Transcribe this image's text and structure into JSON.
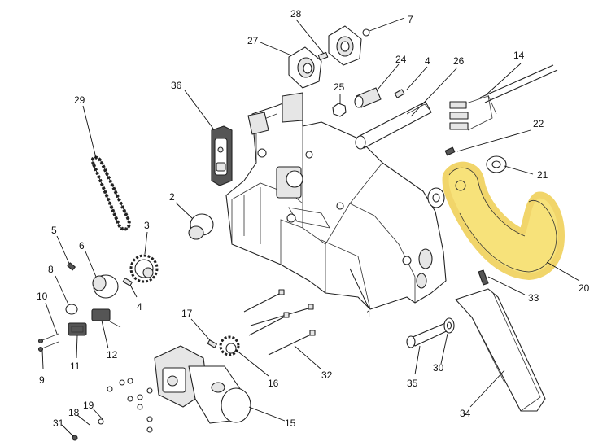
{
  "diagram": {
    "type": "exploded-parts-diagram",
    "highlight_color": "#f7e27a",
    "highlighted_part": "20",
    "callouts": [
      "28",
      "7",
      "27",
      "24",
      "4",
      "26",
      "14",
      "36",
      "25",
      "22",
      "29",
      "21",
      "2",
      "3",
      "20",
      "5",
      "6",
      "8",
      "33",
      "1",
      "10",
      "4",
      "17",
      "12",
      "11",
      "9",
      "16",
      "32",
      "30",
      "35",
      "19",
      "18",
      "31",
      "15",
      "34"
    ]
  }
}
